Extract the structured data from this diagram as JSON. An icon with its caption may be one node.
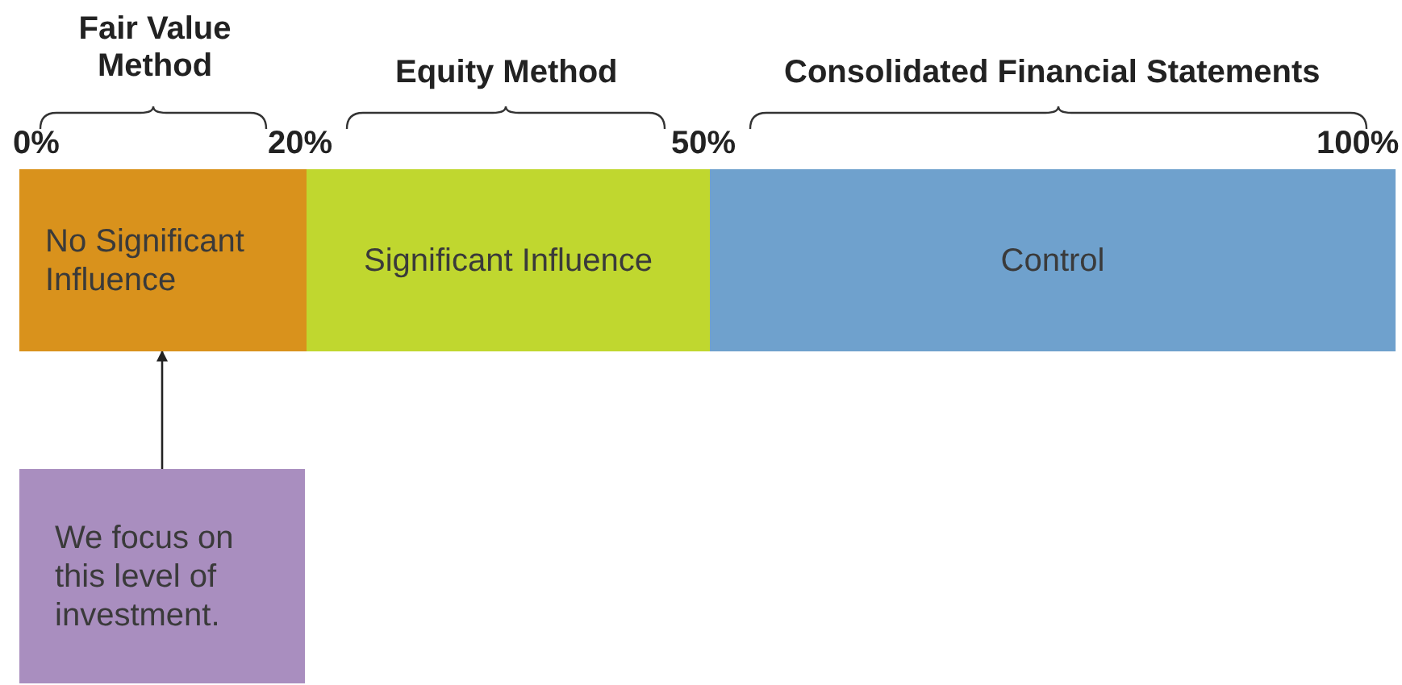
{
  "diagram": {
    "nodes": [
      {
        "text": [
          "No Significant Influence"
        ]
      },
      {
        "text": [
          "Significant Influence"
        ]
      },
      {
        "text": [
          "Control"
        ]
      },
      {
        "text": [
          "We focus on this level of investment."
        ]
      }
    ],
    "edges": [
      {
        "from": 3,
        "to": 0,
        "arrow": "to"
      }
    ],
    "labels": [
      "Fair Value Method",
      "Equity Method",
      "Consolidated Financial Statements",
      "0%",
      "20%",
      "50%",
      "100%"
    ]
  }
}
